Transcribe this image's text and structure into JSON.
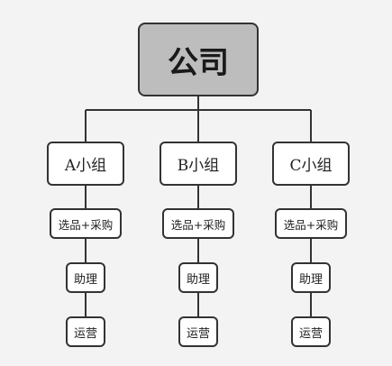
{
  "root": {
    "label": "公司"
  },
  "groups": [
    {
      "label": "A小组",
      "tasks": [
        "选品+采购",
        "助理",
        "运营"
      ]
    },
    {
      "label": "B小组",
      "tasks": [
        "选品+采购",
        "助理",
        "运营"
      ]
    },
    {
      "label": "C小组",
      "tasks": [
        "选品+采购",
        "助理",
        "运营"
      ]
    }
  ],
  "colors": {
    "background": "#f3f3f3",
    "root_fill": "#bdbdbd",
    "node_fill": "#ffffff",
    "stroke": "#333333"
  }
}
